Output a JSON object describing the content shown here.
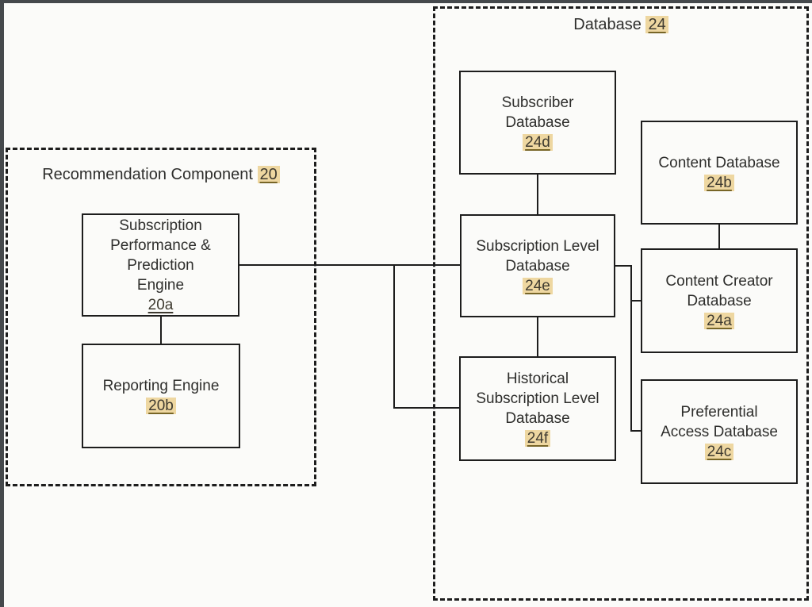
{
  "figure": {
    "colors": {
      "background": "#fbfbf9",
      "frame_strip": "#45494c",
      "line": "#1d1d1d",
      "highlight_bg": "#eed7a1",
      "highlight_underline": "#776527"
    },
    "groups": {
      "recommendation": {
        "title": "Recommendation Component",
        "ref": "20",
        "ref_highlight": true
      },
      "database": {
        "title": "Database",
        "ref": "24",
        "ref_highlight": true
      }
    },
    "nodes": {
      "sppe": {
        "text": "Subscription\nPerformance &\nPrediction\nEngine",
        "ref": "20a",
        "ref_highlight": false
      },
      "reporting": {
        "text": "Reporting Engine",
        "ref": "20b",
        "ref_highlight": true
      },
      "subscriber": {
        "text": "Subscriber\nDatabase",
        "ref": "24d",
        "ref_highlight": true
      },
      "content": {
        "text": "Content Database",
        "ref": "24b",
        "ref_highlight": true
      },
      "sublevel": {
        "text": "Subscription Level\nDatabase",
        "ref": "24e",
        "ref_highlight": true
      },
      "creator": {
        "text": "Content Creator\nDatabase",
        "ref": "24a",
        "ref_highlight": true
      },
      "historical": {
        "text": "Historical\nSubscription Level\nDatabase",
        "ref": "24f",
        "ref_highlight": true
      },
      "preferential": {
        "text": "Preferential\nAccess Database",
        "ref": "24c",
        "ref_highlight": true
      }
    }
  }
}
